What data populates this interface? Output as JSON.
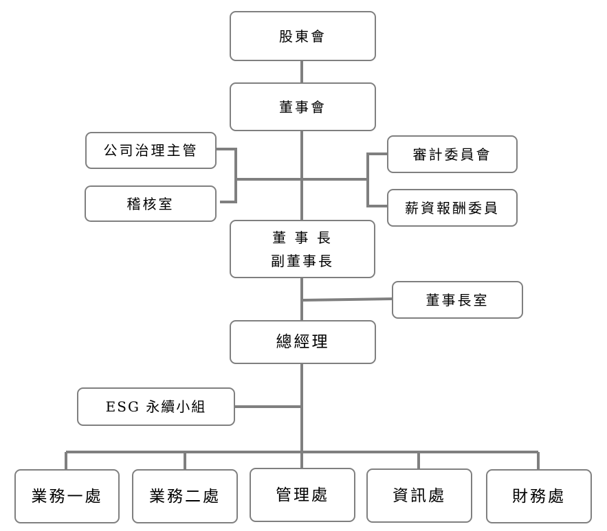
{
  "shareholders": "股東會",
  "board": "董事會",
  "governance_officer": "公司治理主管",
  "audit_office": "稽核室",
  "audit_committee": "審計委員會",
  "remuneration_committee": "薪資報酬委員",
  "chairman": "董 事 長",
  "vice_chairman": "副董事長",
  "chairman_office": "董事長室",
  "general_manager": "總經理",
  "esg_group": "ESG 永續小組",
  "departments": [
    "業務一處",
    "業務二處",
    "管理處",
    "資訊處",
    "財務處"
  ],
  "colors": {
    "line": "#7f7f7f",
    "border": "#7f7f7f"
  }
}
